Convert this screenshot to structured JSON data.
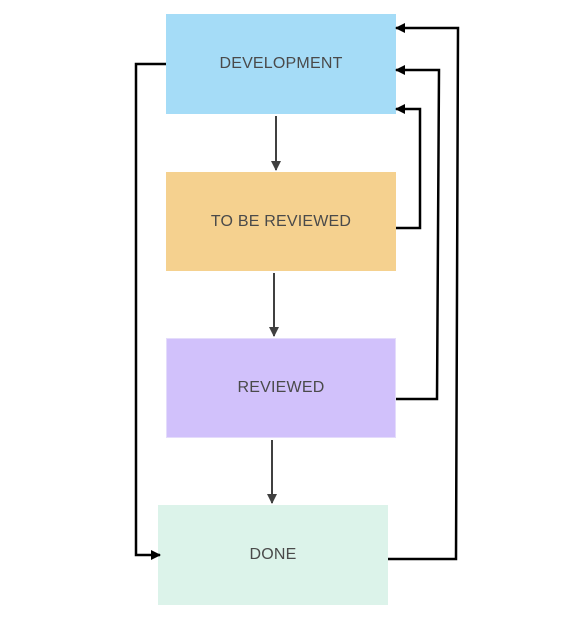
{
  "diagram": {
    "nodes": [
      {
        "id": "development",
        "label": "DEVELOPMENT",
        "color": "#a5dcf7"
      },
      {
        "id": "to_be_reviewed",
        "label": "TO BE REVIEWED",
        "color": "#f5d18f"
      },
      {
        "id": "reviewed",
        "label": "REVIEWED",
        "color": "#d1c1fb"
      },
      {
        "id": "done",
        "label": "DONE",
        "color": "#dcf3ea"
      }
    ],
    "edges": [
      {
        "from": "development",
        "to": "to_be_reviewed"
      },
      {
        "from": "to_be_reviewed",
        "to": "reviewed"
      },
      {
        "from": "reviewed",
        "to": "done"
      },
      {
        "from": "to_be_reviewed",
        "to": "development"
      },
      {
        "from": "reviewed",
        "to": "development"
      },
      {
        "from": "done",
        "to": "development"
      },
      {
        "from": "development",
        "to": "done"
      }
    ],
    "colors": {
      "down_arrow": "#404040",
      "loop_arrow": "#000000"
    }
  }
}
